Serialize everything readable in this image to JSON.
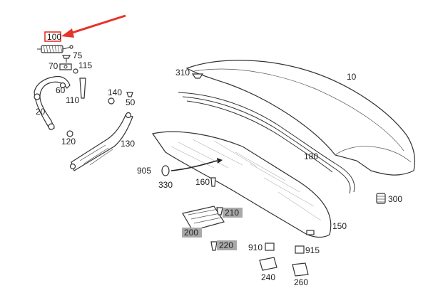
{
  "colors": {
    "arrow": "#e8322b",
    "highlight_box": "#e8322b",
    "label_highlight_bg": "#a9a9a9",
    "line": "#333333"
  },
  "parts": {
    "p10": "10",
    "p20": "20",
    "p50": "50",
    "p60": "60",
    "p70": "70",
    "p75": "75",
    "p100": "100",
    "p110": "110",
    "p115": "115",
    "p120": "120",
    "p130": "130",
    "p140": "140",
    "p150": "150",
    "p160": "160",
    "p180": "180",
    "p200": "200",
    "p210": "210",
    "p220": "220",
    "p240": "240",
    "p260": "260",
    "p300": "300",
    "p310": "310",
    "p330": "330",
    "p905": "905",
    "p910": "910",
    "p915": "915"
  },
  "highlighted_parts": [
    "100"
  ],
  "shaded_labels": [
    "200",
    "210",
    "220"
  ]
}
